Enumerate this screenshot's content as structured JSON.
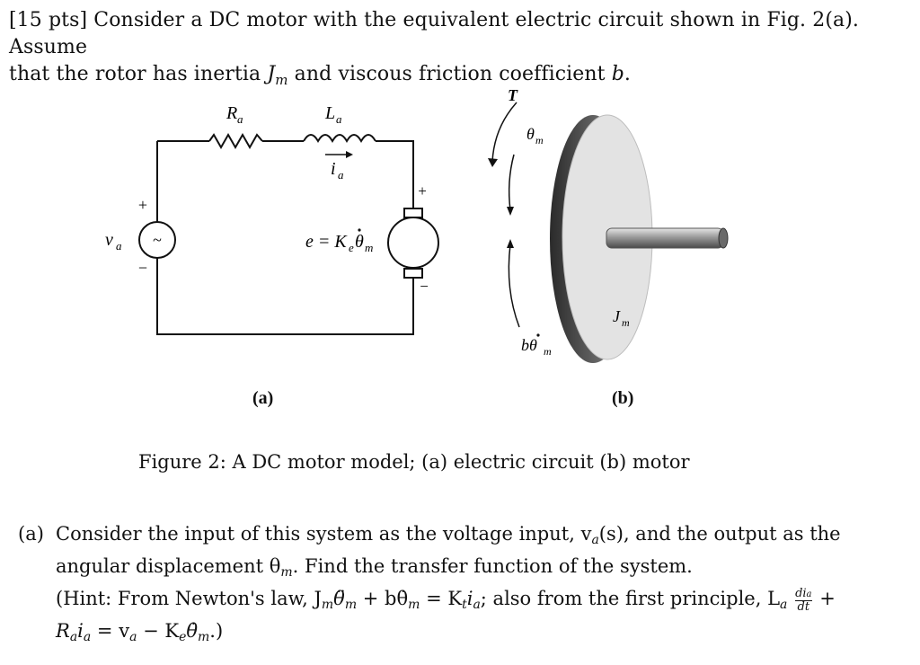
{
  "problem": {
    "points": "[15 pts]",
    "intro_line1_a": "Consider a DC motor with the equivalent electric circuit shown in Fig. 2(a). Assume",
    "intro_line2_a": "that the rotor has inertia ",
    "inertia_symbol": "J",
    "inertia_sub": "m",
    "intro_line2_b": " and viscous friction coefficient ",
    "friction_symbol": "b",
    "intro_line2_c": "."
  },
  "figure": {
    "circuit": {
      "resistor": "R",
      "resistor_sub": "a",
      "inductor": "L",
      "inductor_sub": "a",
      "current": "i",
      "current_sub": "a",
      "source": "v",
      "source_sub": "a",
      "source_symbol": "~",
      "plus": "+",
      "minus": "−",
      "backemf_eq": "e = K",
      "backemf_sub": "e",
      "backemf_theta": "θ",
      "backemf_theta_sub": "m"
    },
    "motor": {
      "torque": "T",
      "angle": "θ",
      "angle_sub": "m",
      "inertia": "J",
      "inertia_sub": "m",
      "friction": "bθ",
      "friction_sub": "m"
    },
    "label_a": "(a)",
    "label_b": "(b)",
    "caption": "Figure 2: A DC motor model; (a) electric circuit (b) motor"
  },
  "question_a": {
    "tag": "(a)",
    "line1": "Consider the input of this system as the voltage input, v",
    "line1_sub": "a",
    "line1_end": "(s), and the output as the",
    "line2": "angular displacement θ",
    "line2_sub": "m",
    "line2_end": ". Find the transfer function of the system.",
    "line3": "(Hint: From Newton's law, J",
    "line3_j_sub": "m",
    "line3_mid": "θ̈",
    "line3_th_sub": "m",
    "line3_b": " + bθ̇",
    "line3_b_sub": "m",
    "line3_eq": " = K",
    "line3_k_sub": "t",
    "line3_i": "i",
    "line3_i_sub": "a",
    "line3_end": "; also from the first principle, L",
    "line3_l_sub": "a",
    "line3_frac_num": "di",
    "line3_frac_num_sub": "a",
    "line3_frac_den": "dt",
    "line3_plus": " +",
    "line4": "R",
    "line4_r_sub": "a",
    "line4_i": "i",
    "line4_i_sub": "a",
    "line4_eq": " = v",
    "line4_v_sub": "a",
    "line4_minus": " − K",
    "line4_k_sub": "e",
    "line4_th": "θ̇",
    "line4_th_sub": "m",
    "line4_end": ".)"
  }
}
